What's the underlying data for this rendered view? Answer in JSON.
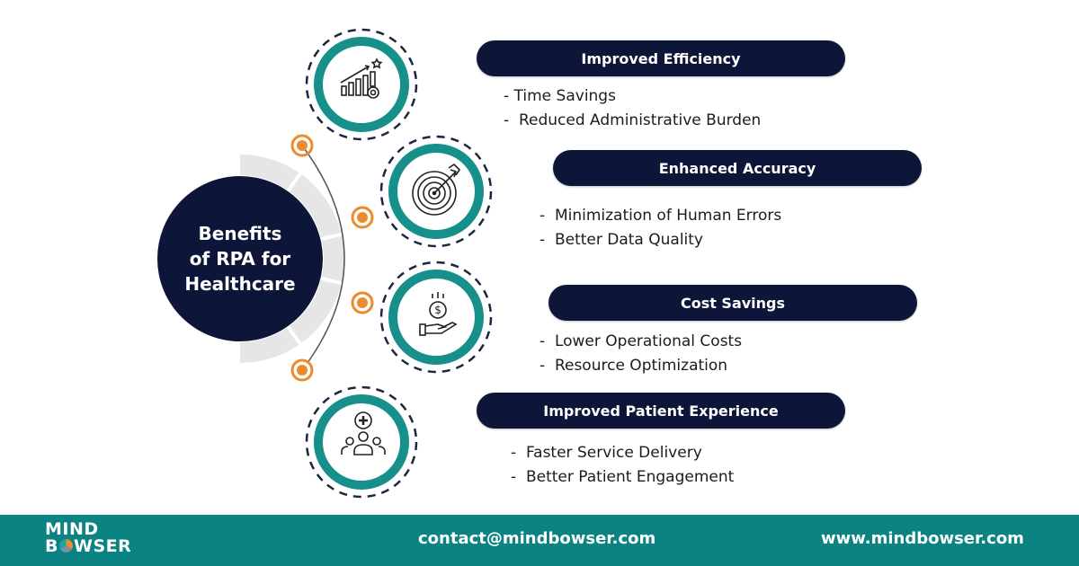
{
  "center": {
    "title_line1": "Benefits",
    "title_line2": "of RPA for",
    "title_line3": "Healthcare"
  },
  "benefits": [
    {
      "icon": "growth-chart-gear-icon",
      "title": "Improved Efficiency",
      "points": [
        "- Time Savings",
        "-  Reduced Administrative Burden"
      ]
    },
    {
      "icon": "target-arrow-icon",
      "title": "Enhanced Accuracy",
      "points": [
        "-  Minimization of Human Errors",
        "-  Better Data Quality"
      ]
    },
    {
      "icon": "hand-coin-dollar-icon",
      "title": "Cost Savings",
      "points": [
        "-  Lower Operational Costs",
        "-  Resource Optimization"
      ]
    },
    {
      "icon": "patients-medical-cross-icon",
      "title": "Improved Patient Experience",
      "points": [
        "-  Faster Service Delivery",
        "-  Better Patient Engagement"
      ]
    }
  ],
  "footer": {
    "logo_line1": "MIND",
    "logo_line2_pre": "B",
    "logo_line2_post": "WSER",
    "email": "contact@mindbowser.com",
    "website": "www.mindbowser.com"
  },
  "colors": {
    "navy": "#0d1538",
    "teal": "#178f8b",
    "orange": "#ee8a2b",
    "grey_arc": "#e6e6e6",
    "footer": "#0a8382"
  }
}
